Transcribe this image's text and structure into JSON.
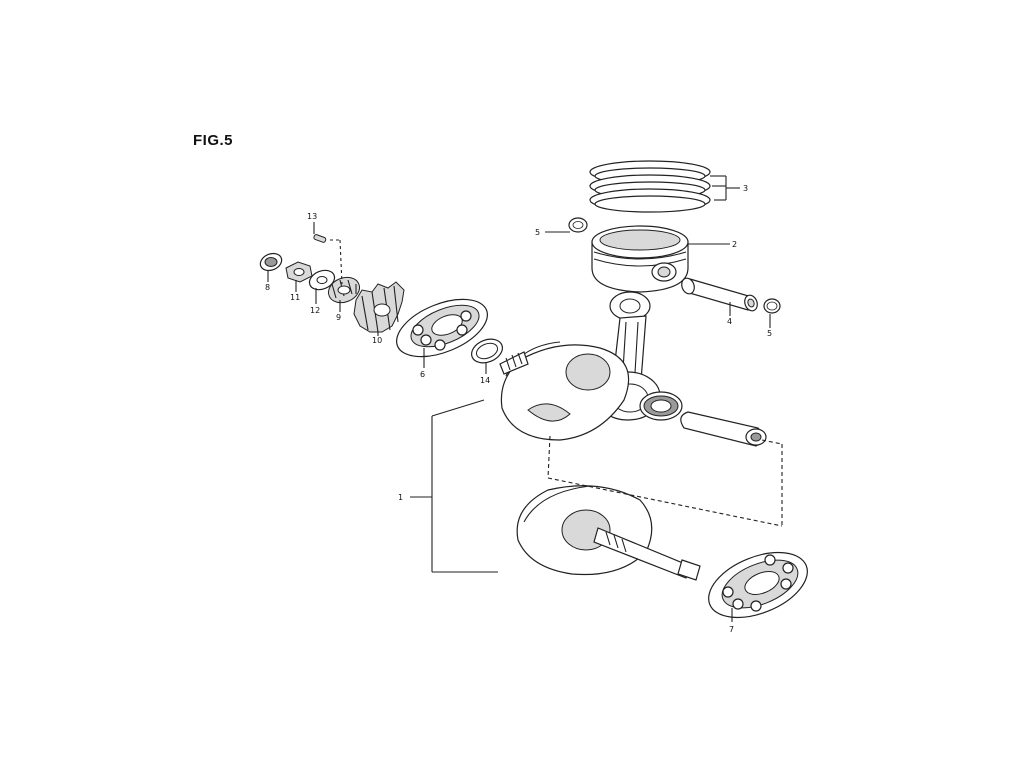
{
  "figure": {
    "title": "FIG.5"
  },
  "callouts": [
    "1",
    "2",
    "3",
    "4",
    "5",
    "5",
    "6",
    "7",
    "8",
    "9",
    "10",
    "11",
    "12",
    "13",
    "14"
  ]
}
